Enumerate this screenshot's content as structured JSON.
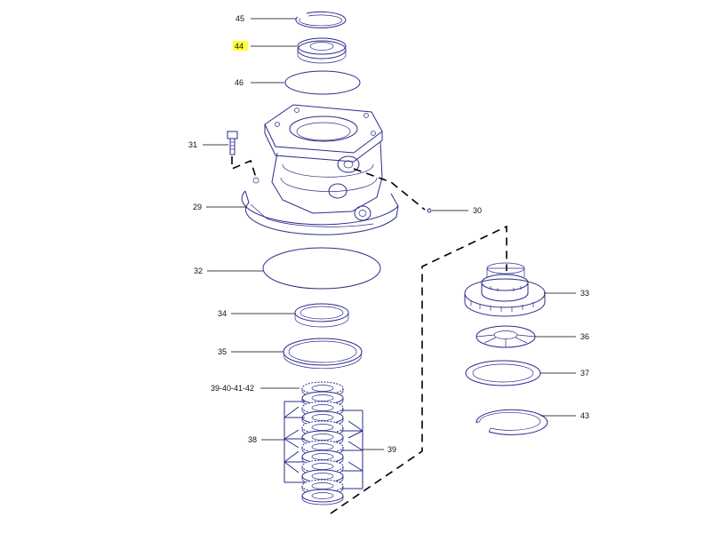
{
  "labels": {
    "l45": "45",
    "l44": "44",
    "l46": "46",
    "l31": "31",
    "l29": "29",
    "l30": "30",
    "l32": "32",
    "l34": "34",
    "l35": "35",
    "l394": "39-40-41-42",
    "l38": "38",
    "l39": "39",
    "l33": "33",
    "l36": "36",
    "l37": "37",
    "l43": "43"
  },
  "highlight": {
    "label_key": "l44",
    "color": "#ffff33"
  },
  "colors": {
    "part_stroke": "#2b2b8c",
    "leader": "#000000"
  }
}
